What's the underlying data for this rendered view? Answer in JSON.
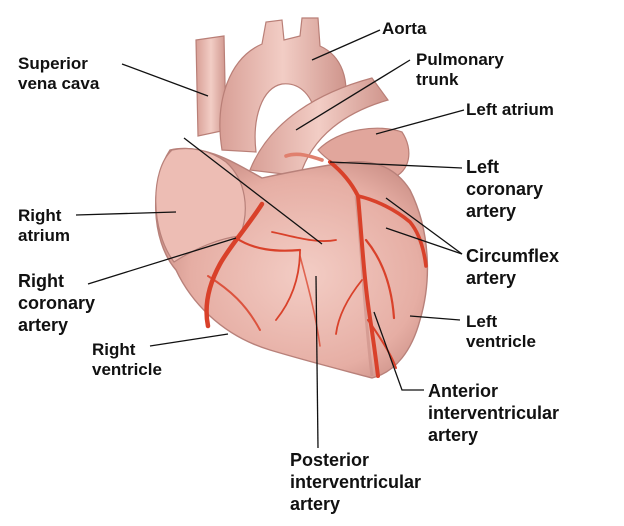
{
  "labels": {
    "aorta": [
      "Aorta"
    ],
    "superior_vena_cava": [
      "Superior",
      "vena cava"
    ],
    "pulmonary_trunk": [
      "Pulmonary",
      "trunk"
    ],
    "left_atrium": [
      "Left atrium"
    ],
    "left_coronary_artery": [
      "Left",
      "coronary",
      "artery"
    ],
    "right_atrium": [
      "Right",
      "atrium"
    ],
    "circumflex_artery": [
      "Circumflex",
      "artery"
    ],
    "right_coronary_artery": [
      "Right",
      "coronary",
      "artery"
    ],
    "left_ventricle": [
      "Left",
      "ventricle"
    ],
    "right_ventricle": [
      "Right",
      "ventricle"
    ],
    "anterior_interventricular_artery": [
      "Anterior",
      "interventricular",
      "artery"
    ],
    "posterior_interventricular_artery": [
      "Posterior",
      "interventricular",
      "artery"
    ]
  },
  "colors": {
    "heart_tissue": "#e9b5ac",
    "heart_shadow": "#c98e86",
    "artery": "#d9412a",
    "leader_line": "#111111"
  }
}
